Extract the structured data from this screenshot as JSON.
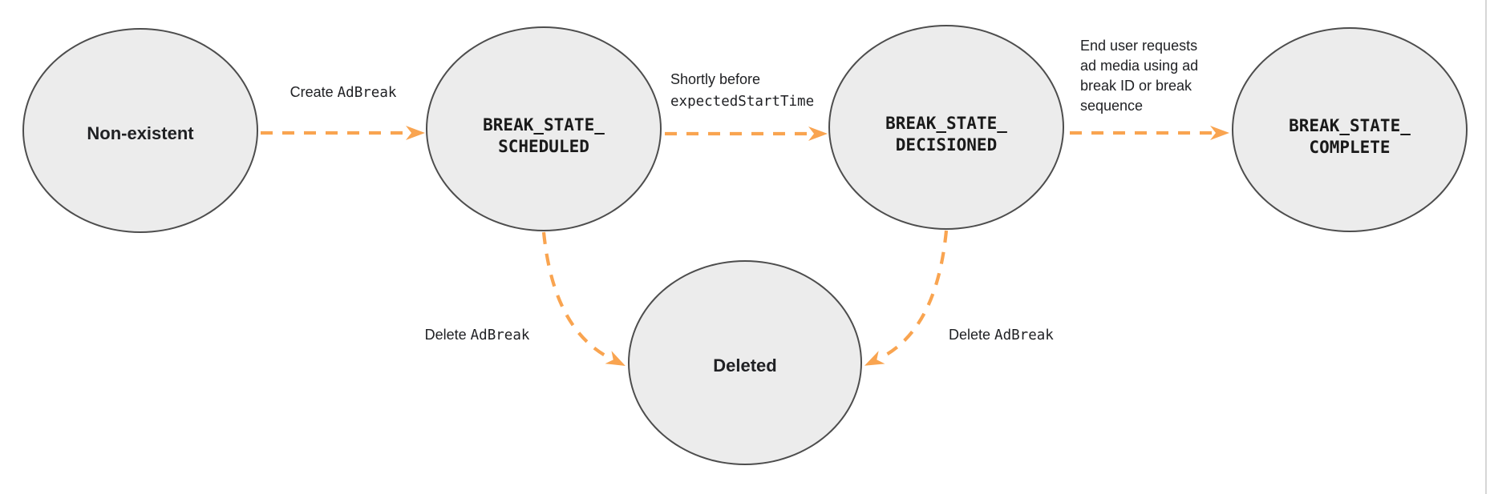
{
  "diagram": {
    "description": "Ad break state transition diagram",
    "colors": {
      "arrow": "#F9A450",
      "node_fill": "#ECECEC",
      "node_stroke": "#4D4D4D",
      "text": "#202124",
      "page_edge": "#D6D6D6"
    },
    "states": [
      {
        "id": "non-existent",
        "label": "Non-existent"
      },
      {
        "id": "break-state-scheduled",
        "label_line1": "BREAK_STATE_",
        "label_line2": "SCHEDULED"
      },
      {
        "id": "break-state-decisioned",
        "label_line1": "BREAK_STATE_",
        "label_line2": "DECISIONED"
      },
      {
        "id": "break-state-complete",
        "label_line1": "BREAK_STATE_",
        "label_line2": "COMPLETE"
      },
      {
        "id": "deleted",
        "label": "Deleted"
      }
    ],
    "transitions": [
      {
        "from": "non-existent",
        "to": "break-state-scheduled",
        "label_sans": "Create",
        "label_mono": "AdBreak"
      },
      {
        "from": "break-state-scheduled",
        "to": "break-state-decisioned",
        "label_line1_sans": "Shortly before",
        "label_line2_mono": "expectedStartTime"
      },
      {
        "from": "break-state-decisioned",
        "to": "break-state-complete",
        "label_lines": [
          "End user requests",
          "ad media using ad",
          "break ID or break",
          "sequence"
        ]
      },
      {
        "from": "break-state-scheduled",
        "to": "deleted",
        "label_sans": "Delete",
        "label_mono": "AdBreak"
      },
      {
        "from": "break-state-decisioned",
        "to": "deleted",
        "label_sans": "Delete",
        "label_mono": "AdBreak"
      }
    ]
  }
}
